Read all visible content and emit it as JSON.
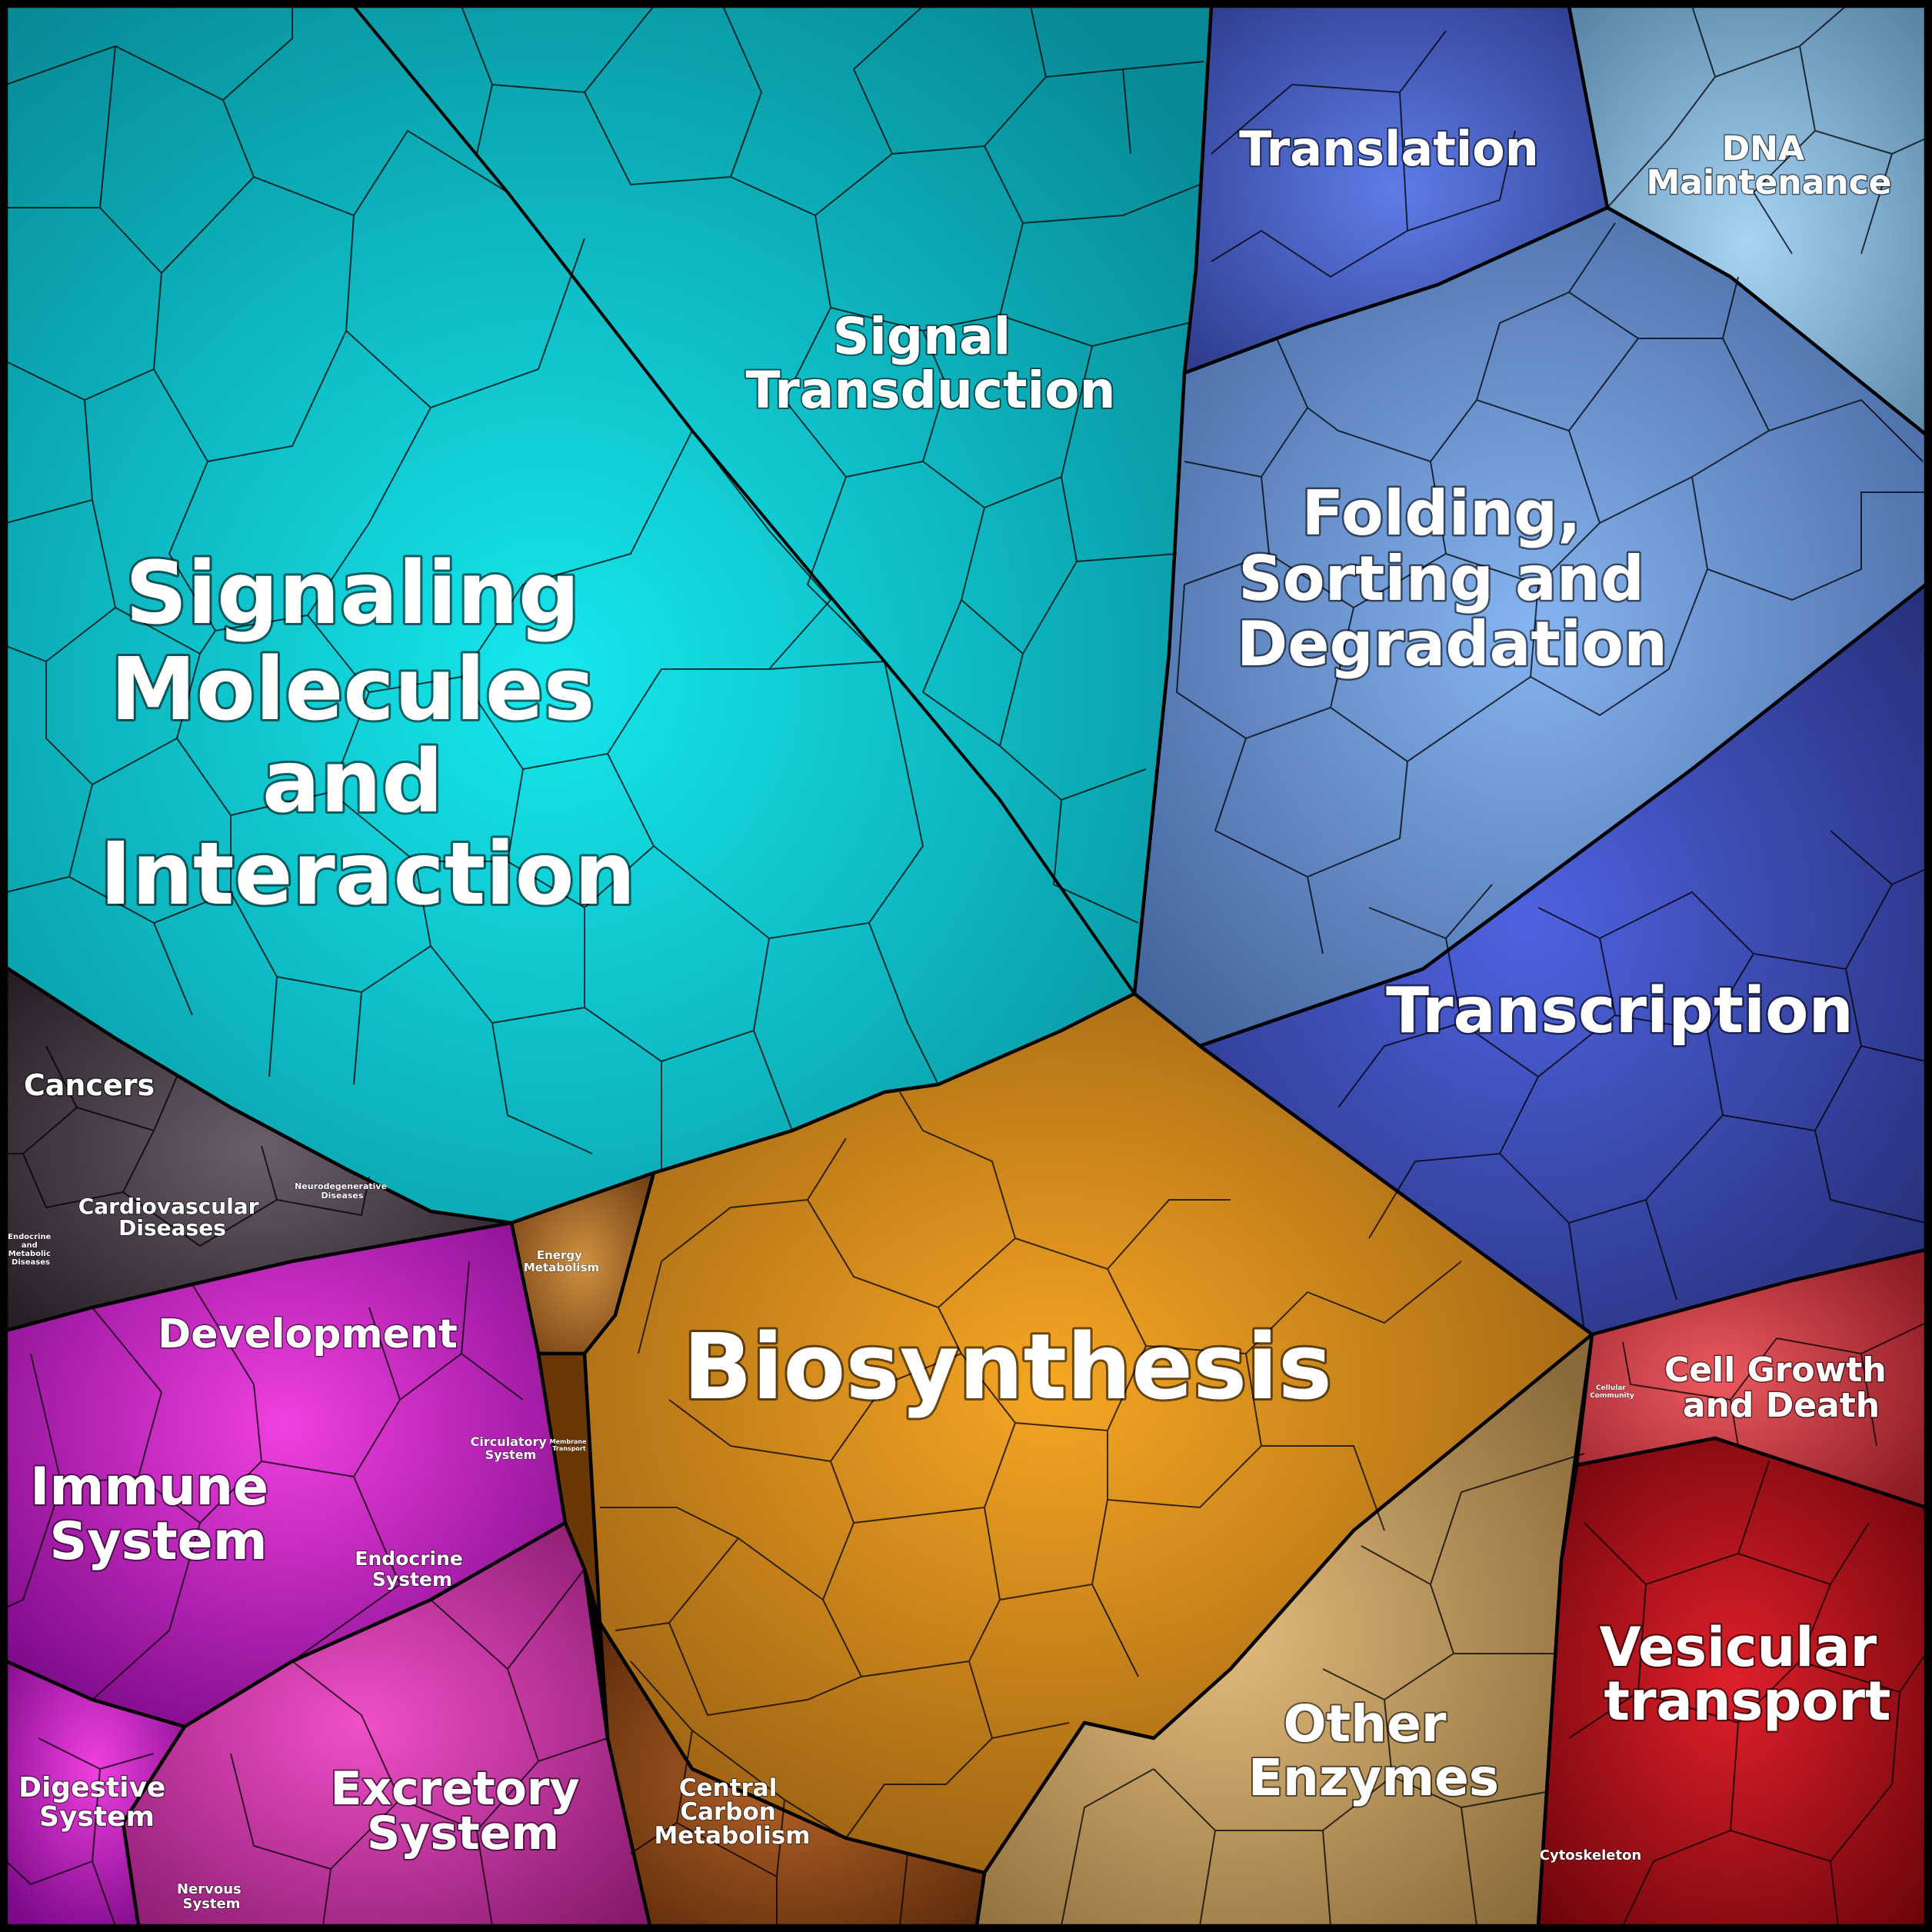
{
  "diagram": {
    "type": "voronoi-treemap",
    "regions": [
      {
        "id": "signaling",
        "color": "#0ab6c4",
        "glow": "#16e8ee"
      },
      {
        "id": "biosynthesis",
        "color": "#c97e10",
        "glow": "#f5a623"
      },
      {
        "id": "other-enzymes",
        "color": "#b08a52",
        "glow": "#e3bd7e"
      },
      {
        "id": "transcription",
        "color": "#34409c",
        "glow": "#4f63e0"
      },
      {
        "id": "folding",
        "color": "#4f79b8",
        "glow": "#86b4f0"
      },
      {
        "id": "translation",
        "color": "#3f4fb0",
        "glow": "#5e7de8"
      },
      {
        "id": "dna",
        "color": "#6f9cc0",
        "glow": "#a8d4f5"
      },
      {
        "id": "cell-growth",
        "color": "#c4323e",
        "glow": "#ec5a60"
      },
      {
        "id": "vesicular",
        "color": "#9e0e16",
        "glow": "#e0202a"
      },
      {
        "id": "development",
        "color": "#b81cc4",
        "glow": "#f040e0"
      },
      {
        "id": "excretory",
        "color": "#be2e9e",
        "glow": "#f050c8"
      },
      {
        "id": "diseases",
        "color": "#3a3038",
        "glow": "#6a5e6a"
      },
      {
        "id": "energy",
        "color": "#a86c2a",
        "glow": "#d09040"
      },
      {
        "id": "central-carbon",
        "color": "#8a4618",
        "glow": "#b86428"
      }
    ]
  },
  "labels": {
    "signaling_molecules": [
      "Signaling",
      "Molecules",
      "and",
      "Interaction"
    ],
    "signal_transduction": [
      "Signal",
      "Transduction"
    ],
    "translation": "Translation",
    "dna_maintenance": [
      "DNA",
      "Maintenance"
    ],
    "folding": [
      "Folding,",
      "Sorting and",
      "Degradation"
    ],
    "transcription": "Transcription",
    "cancers": "Cancers",
    "cardiovascular": [
      "Cardiovascular",
      "Diseases"
    ],
    "neurodegenerative": [
      "Neurodegenerative",
      "Diseases"
    ],
    "endocrine_metabolic": [
      "Endocrine",
      "and",
      "Metabolic",
      "Diseases"
    ],
    "energy_metabolism": [
      "Energy",
      "Metabolism"
    ],
    "biosynthesis": "Biosynthesis",
    "development": "Development",
    "immune_system": [
      "Immune",
      "System"
    ],
    "circulatory_system": [
      "Circulatory",
      "System"
    ],
    "membrane_transport": [
      "Membrane",
      "Transport"
    ],
    "endocrine_system": [
      "Endocrine",
      "System"
    ],
    "digestive_system": [
      "Digestive",
      "System"
    ],
    "excretory_system": [
      "Excretory",
      "System"
    ],
    "nervous_system": [
      "Nervous",
      "System"
    ],
    "central_carbon": [
      "Central",
      "Carbon",
      "Metabolism"
    ],
    "other_enzymes": [
      "Other",
      "Enzymes"
    ],
    "cellular_community": [
      "Cellular",
      "Community"
    ],
    "cell_growth": [
      "Cell Growth",
      "and Death"
    ],
    "vesicular_transport": [
      "Vesicular",
      "transport"
    ],
    "cytoskeleton": "Cytoskeleton"
  }
}
